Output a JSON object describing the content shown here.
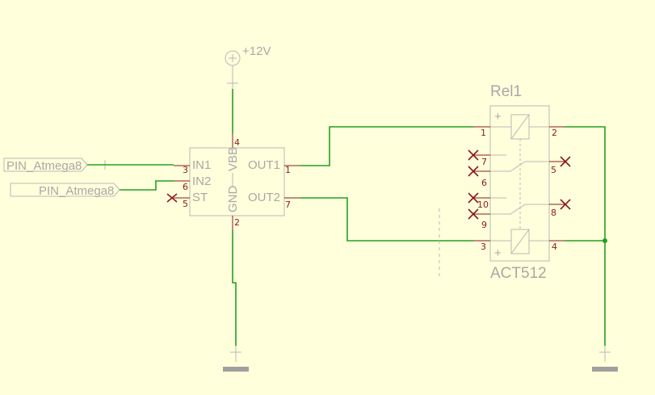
{
  "power": {
    "label": "+12V"
  },
  "driver": {
    "pins_left": [
      {
        "name": "IN1",
        "num": "3"
      },
      {
        "name": "IN2",
        "num": "6"
      },
      {
        "name": "ST",
        "num": "5"
      }
    ],
    "pins_right": [
      {
        "name": "OUT1",
        "num": "1"
      },
      {
        "name": "OUT2",
        "num": "7"
      }
    ],
    "top": {
      "name": "VBB",
      "num": "4"
    },
    "bottom": {
      "name": "GND",
      "num": "2"
    }
  },
  "ports": [
    {
      "label": "PIN_Atmega8"
    },
    {
      "label": "PIN_Atmega8"
    }
  ],
  "relay": {
    "name": "Rel1",
    "value": "ACT512",
    "pins": {
      "p1": "1",
      "p2": "2",
      "p3": "3",
      "p4": "4",
      "p5": "5",
      "p6": "6",
      "p7": "7",
      "p8": "8",
      "p9": "9",
      "p10": "10"
    },
    "plus": "+"
  }
}
